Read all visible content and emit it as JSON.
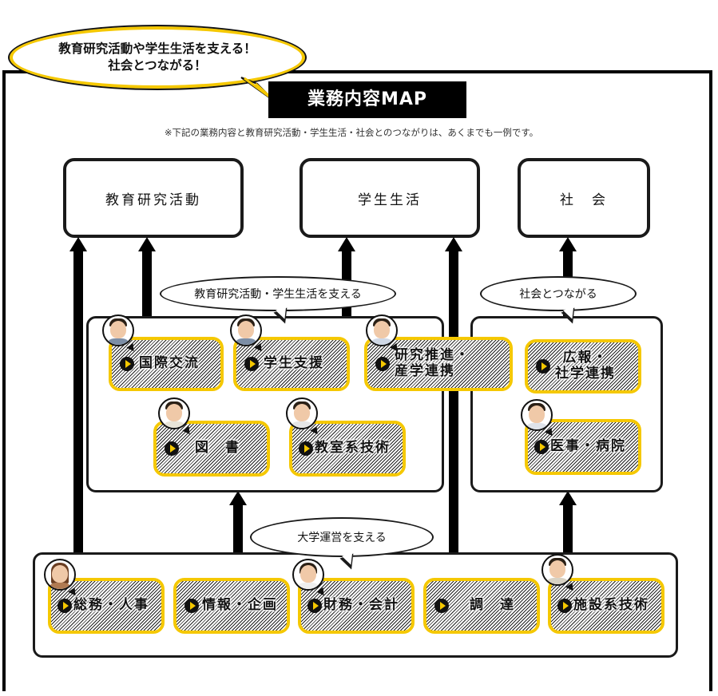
{
  "headline_bubble": {
    "line1": "教育研究活動や学生生活を支える！",
    "line2": "社会とつながる！"
  },
  "title": "業務内容MAP",
  "note": "※下記の業務内容と教育研究活動・学生生活・社会とのつながりは、あくまでも一例です。",
  "targets": [
    {
      "label": "教育研究活動"
    },
    {
      "label": "学生生活"
    },
    {
      "label": "社　会"
    }
  ],
  "groups": {
    "support_education": {
      "bubble": "教育研究活動・学生生活を支える",
      "cards": [
        {
          "label": "国際交流",
          "has_avatar": true
        },
        {
          "label": "学生支援",
          "has_avatar": true
        },
        {
          "label_line1": "研究推進・",
          "label_line2": "産学連携",
          "has_avatar": true
        },
        {
          "label": "図　書",
          "has_avatar": true
        },
        {
          "label": "教室系技術",
          "has_avatar": true
        }
      ]
    },
    "connect_society": {
      "bubble": "社会とつながる",
      "cards": [
        {
          "label_line1": "広報・",
          "label_line2": "社学連携",
          "has_avatar": false
        },
        {
          "label": "医事・病院",
          "has_avatar": true
        }
      ]
    },
    "support_university": {
      "bubble": "大学運営を支える",
      "cards": [
        {
          "label": "総務・人事",
          "has_avatar": true
        },
        {
          "label": "情報・企画",
          "has_avatar": false
        },
        {
          "label": "財務・会計",
          "has_avatar": true
        },
        {
          "label": "調　達",
          "has_avatar": false
        },
        {
          "label": "施設系技術",
          "has_avatar": true
        }
      ]
    }
  },
  "icons": {
    "card_icon": "play-circle-icon",
    "avatar_icon": "staff-photo-icon"
  },
  "colors": {
    "accent_yellow": "#f5c800",
    "frame_black": "#000000",
    "title_bg": "#000000",
    "title_fg": "#ffffff"
  }
}
